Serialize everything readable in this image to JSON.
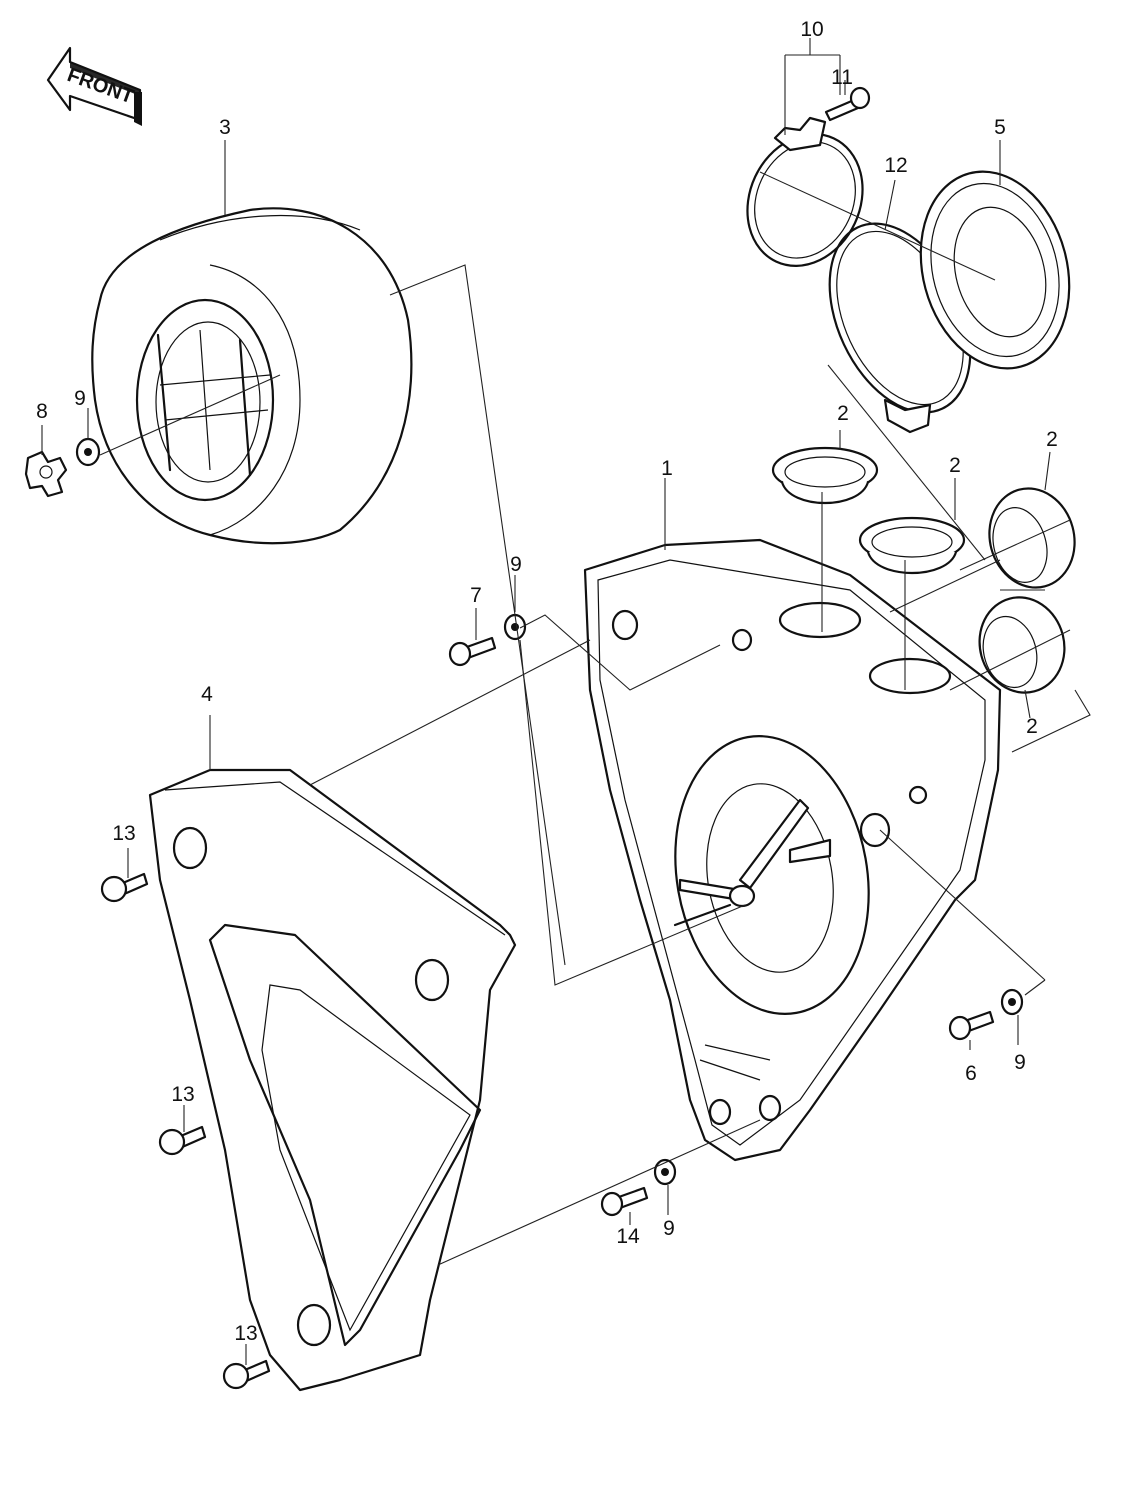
{
  "diagram": {
    "front_label": "FRONT",
    "callouts": {
      "p1": "1",
      "p2a": "2",
      "p2b": "2",
      "p2c": "2",
      "p2d": "2",
      "p3": "3",
      "p4": "4",
      "p5": "5",
      "p6": "6",
      "p7": "7",
      "p8": "8",
      "p9a": "9",
      "p9b": "9",
      "p9c": "9",
      "p9d": "9",
      "p10": "10",
      "p11": "11",
      "p12": "12",
      "p13a": "13",
      "p13b": "13",
      "p13c": "13",
      "p14": "14"
    }
  }
}
